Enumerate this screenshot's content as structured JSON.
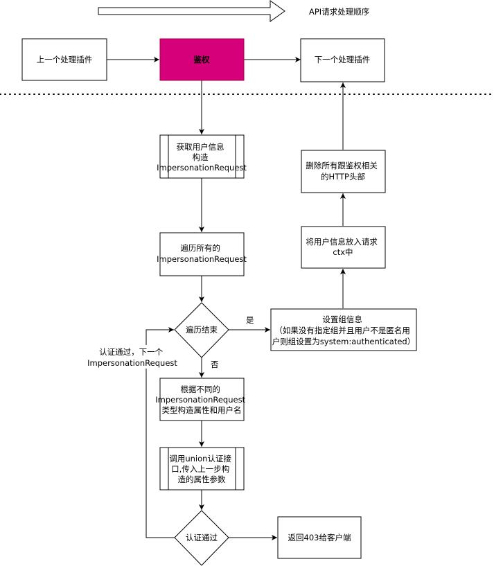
{
  "legend": {
    "text": "API请求处理顺序"
  },
  "nodes": {
    "prev_plugin": "上一个处理插件",
    "auth": "鉴权",
    "next_plugin": "下一个处理插件",
    "get_user_info": [
      "获取用户信息",
      "构造",
      "ImpersonationRequest"
    ],
    "iterate_all": [
      "遍历所有的",
      "ImpersonationRequest"
    ],
    "iterate_end": "遍历结束",
    "set_group": [
      "设置组信息",
      "（如果没有指定组并且用户不是匿名用",
      "户则组设置为system:authenticated）"
    ],
    "put_ctx": [
      "将用户信息放入请求",
      "ctx中"
    ],
    "delete_headers": [
      "删除所有跟鉴权相关",
      "的HTTP头部"
    ],
    "build_attrs": [
      "根据不同的",
      "ImpersonationRequest",
      "类型构造属性和用户名"
    ],
    "call_union": [
      "调用union认证接",
      "口,传入上一步构",
      "造的属性参数"
    ],
    "auth_passed": "认证通过",
    "return_403": "返回403给客户端"
  },
  "edge_labels": {
    "yes": "是",
    "no": "否",
    "loop": [
      "认证通过，下一个",
      "ImpersonationRequest"
    ]
  },
  "colors": {
    "auth_fill": "#d6007a",
    "auth_stroke": "#a50040",
    "auth_text": "#ffffff"
  }
}
